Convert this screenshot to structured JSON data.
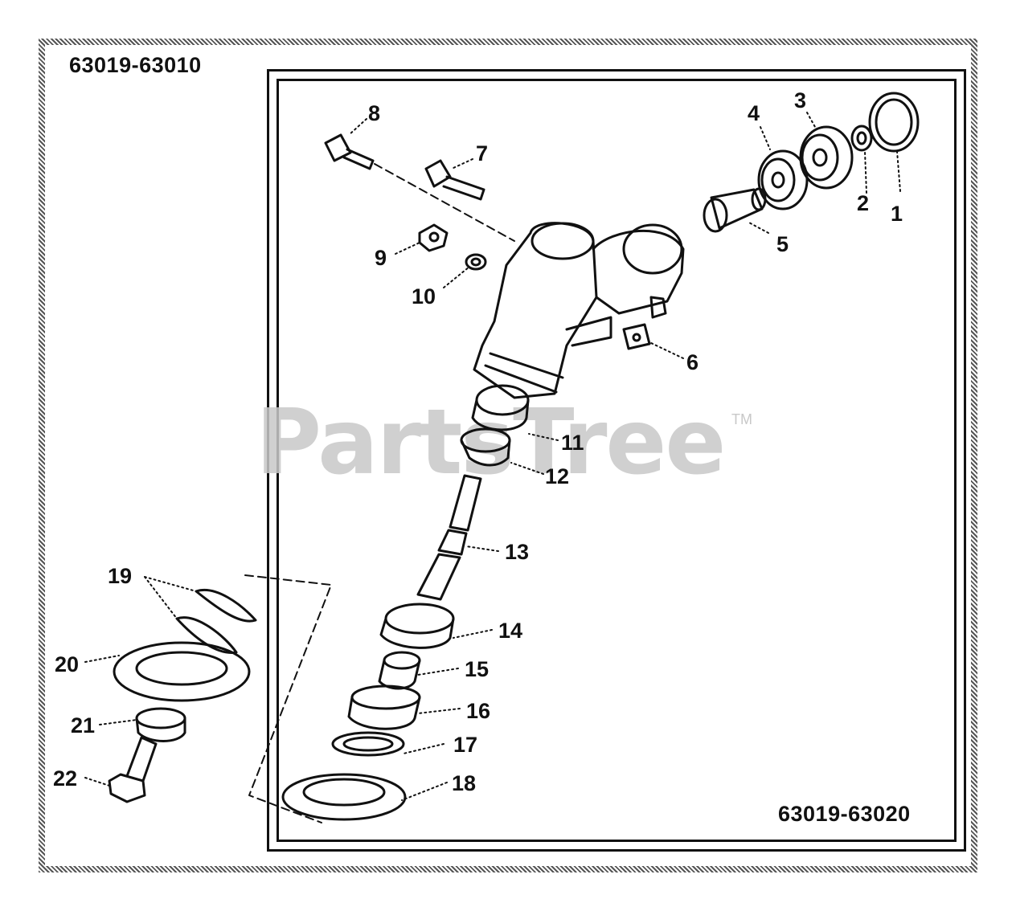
{
  "header": {
    "diagram_code_top": "63019-63010",
    "diagram_code_bottom": "63019-63020"
  },
  "watermark": {
    "text": "PartsTree",
    "trademark": "TM"
  },
  "callouts": [
    "1",
    "2",
    "3",
    "4",
    "5",
    "6",
    "7",
    "8",
    "9",
    "10",
    "11",
    "12",
    "13",
    "14",
    "15",
    "16",
    "17",
    "18",
    "19",
    "20",
    "21",
    "22"
  ],
  "colors": {
    "ink": "#111111",
    "watermark": "#c8c8c8",
    "frame": "#555555"
  }
}
